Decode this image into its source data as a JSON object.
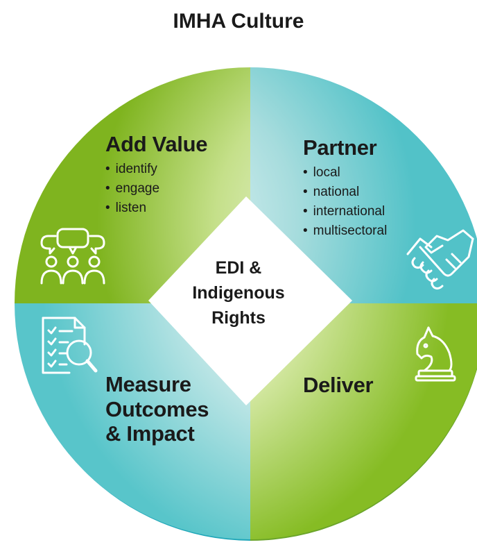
{
  "title": "IMHA Culture",
  "center": [
    "EDI &",
    "Indigenous",
    "Rights"
  ],
  "quadrants": {
    "add_value": {
      "heading": "Add Value",
      "bullets": [
        "identify",
        "engage",
        "listen"
      ],
      "icon": "people-conversation-icon"
    },
    "partner": {
      "heading": "Partner",
      "bullets": [
        "local",
        "national",
        "international",
        "multisectoral"
      ],
      "icon": "handshake-icon"
    },
    "deliver": {
      "heading": "Deliver",
      "icon": "chess-knight-icon"
    },
    "measure": {
      "heading": [
        "Measure",
        "Outcomes",
        "& Impact"
      ],
      "icon": "document-magnifier-icon"
    }
  },
  "colors": {
    "green": "#8cbf2a",
    "teal": "#28b5c2",
    "light": "#eef6e8",
    "teal_light": "#e6f6f6"
  }
}
